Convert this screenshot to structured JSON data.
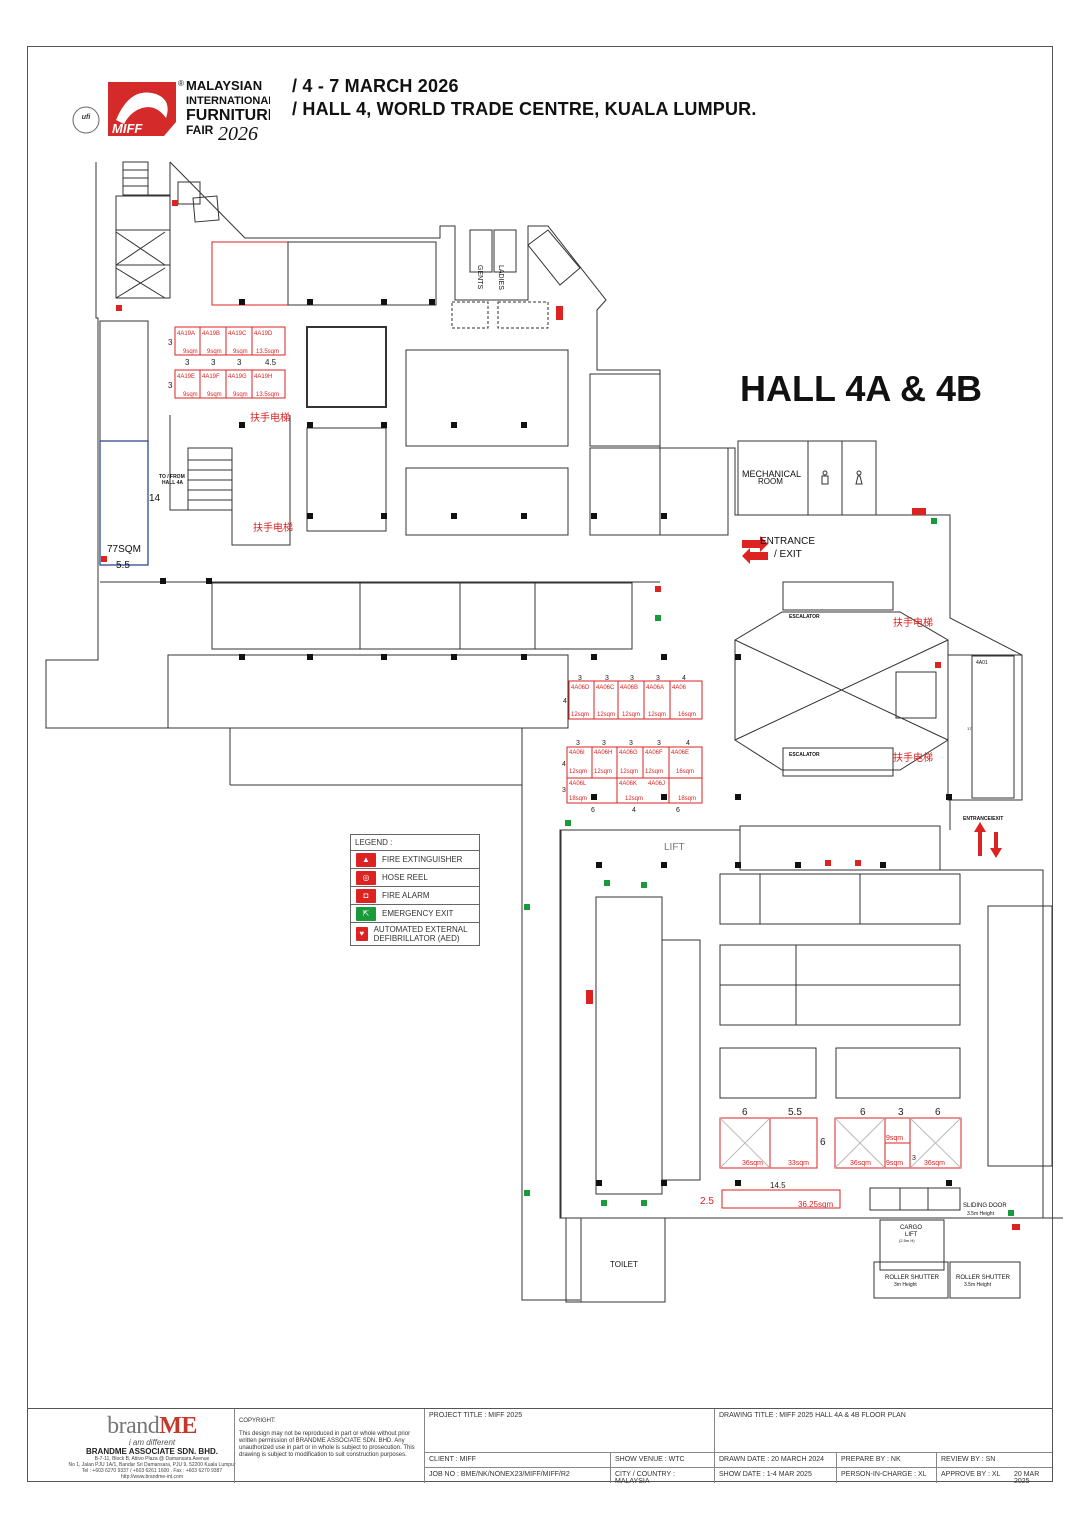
{
  "header": {
    "logo_lines": [
      "MALAYSIAN",
      "INTERNATIONAL",
      "FURNITURE",
      "FAIR",
      "2026",
      "MIFF",
      "ufi"
    ],
    "date_line": "/  4 - 7 MARCH 2026",
    "venue_line": "/ HALL 4, WORLD TRADE CENTRE, KUALA LUMPUR."
  },
  "hall_title": "HALL 4A & 4B",
  "labels": {
    "gents": "GENTS",
    "ladies": "LADIES",
    "to_from_hall": "TO / FROM",
    "to_from_hall2": "HALL 4A",
    "escalator_cn": "扶手电梯",
    "mechanical": "MECHANICAL",
    "room": "ROOM",
    "entrance": "ENTRANCE",
    "exit": "/ EXIT",
    "escalator": "ESCALATOR",
    "lift": "LIFT",
    "entrance_exit": "ENTRANCE/EXIT",
    "toilet": "TOILET",
    "cargo_lift": "CARGO",
    "cargo_lift2": "LIFT",
    "cargo_h": "(2.5m H)",
    "roller_shutter": "ROLLER SHUTTER",
    "roller_h": "3m Height",
    "roller_h2": "3.5m Height",
    "sliding_door": "SLIDING DOOR",
    "sliding_h": "3.5m Height",
    "booth_77": "77SQM",
    "dim_14": "14",
    "dim_55": "5.5",
    "booth_4a01": "4A01",
    "dim_17": "17"
  },
  "booths_a19": {
    "row1": [
      [
        "4A19A",
        "9sqm"
      ],
      [
        "4A19B",
        "9sqm"
      ],
      [
        "4A19C",
        "9sqm"
      ],
      [
        "4A19D",
        "13.5sqm"
      ]
    ],
    "row2": [
      [
        "4A19E",
        "9sqm"
      ],
      [
        "4A19F",
        "9sqm"
      ],
      [
        "4A19G",
        "9sqm"
      ],
      [
        "4A19H",
        "13.5sqm"
      ]
    ],
    "dims": [
      "3",
      "3",
      "3",
      "4.5",
      "3",
      "3"
    ]
  },
  "booths_a06_top": [
    [
      "4A06D",
      "12sqm"
    ],
    [
      "4A06C",
      "12sqm"
    ],
    [
      "4A06B",
      "12sqm"
    ],
    [
      "4A06A",
      "12sqm"
    ],
    [
      "4A06",
      "16sqm"
    ]
  ],
  "booths_a06_mid": [
    [
      "4A06I",
      "12sqm"
    ],
    [
      "4A06H",
      "12sqm"
    ],
    [
      "4A06G",
      "12sqm"
    ],
    [
      "4A06F",
      "12sqm"
    ],
    [
      "4A06E",
      "16sqm"
    ]
  ],
  "booths_a06_bot": [
    [
      "4A06L",
      "18sqm"
    ],
    [
      "4A06K",
      "12sqm"
    ],
    [
      "4A06J",
      "18sqm"
    ]
  ],
  "a06_dims_top": [
    "3",
    "3",
    "3",
    "3",
    "4"
  ],
  "a06_dims_bot": [
    "6",
    "4",
    "6"
  ],
  "a06_side": [
    "4",
    "4",
    "3"
  ],
  "hall4b_booths": {
    "left": {
      "dims": [
        "6",
        "5.5",
        "6"
      ],
      "sizes": [
        "36sqm",
        "33sqm"
      ]
    },
    "right": {
      "dims": [
        "6",
        "3",
        "6",
        "3"
      ],
      "sizes": [
        "36sqm",
        "9sqm",
        "9sqm",
        "36sqm"
      ]
    },
    "long": {
      "dims": [
        "14.5",
        "2.5"
      ],
      "size": "36.25sqm"
    }
  },
  "legend": {
    "title": "LEGEND :",
    "items": [
      {
        "icon": "fire-extinguisher-icon",
        "color": "#d22",
        "label": "FIRE EXTINGUISHER"
      },
      {
        "icon": "hose-reel-icon",
        "color": "#d22",
        "label": "HOSE REEL"
      },
      {
        "icon": "fire-alarm-icon",
        "color": "#d22",
        "label": "FIRE ALARM"
      },
      {
        "icon": "emergency-exit-icon",
        "color": "#1a9a3a",
        "label": "EMERGENCY EXIT"
      },
      {
        "icon": "aed-icon",
        "color": "#d22",
        "label": "AUTOMATED EXTERNAL DEFIBRILLATOR (AED)"
      }
    ]
  },
  "title_block": {
    "brand": "brand",
    "brand_me": "ME",
    "tagline": "i am different",
    "company": "BRANDME ASSOCIATE SDN. BHD.",
    "address1": "B-7-11, Block B, Atiivo Plaza @ Damansara Avenue",
    "address2": "No 1, Jalan PJU 1A/1, Bandar Sri Damansara, PJU 9, 52200 Kuala Lumpur",
    "address3": "Tel : +603 6270 9337 / +603 6261 1600 . Fax : +603 6270 9387",
    "address4": "http://www.brandme-int.com",
    "copyright_title": "COPYRIGHT:",
    "copyright_text": "This design may not be reproduced in part or whole without prior written permission of BRANDME ASSOCIATE SDN. BHD. Any unauthorized use in part or in whole is subject to prosecution. This drawing is subject to modification to suit construction purposes.",
    "project_title": "PROJECT TITLE : MIFF 2025",
    "drawing_title": "DRAWING TITLE : MIFF 2025 HALL 4A & 4B FLOOR PLAN",
    "client": "CLIENT : MIFF",
    "show_venue": "SHOW VENUE : WTC",
    "drawn_date": "DRAWN DATE : 20 MARCH 2024",
    "prepare_by": "PREPARE BY : NK",
    "review_by": "REVIEW BY : SN",
    "job_no": "JOB NO :  BME/NK/NONEX23/MIFF/MIFF/R2",
    "city": "CITY / COUNTRY : MALAYSIA",
    "show_date": "SHOW DATE : 1-4 MAR 2025",
    "person": "PERSON-IN-CHARGE : XL",
    "approve_by": "APPROVE BY : XL",
    "approve_date": "20 MAR 2025"
  },
  "colors": {
    "booth_red": "#d22",
    "blue_booth": "#1f3a8a",
    "exit_green": "#1a9a3a"
  }
}
